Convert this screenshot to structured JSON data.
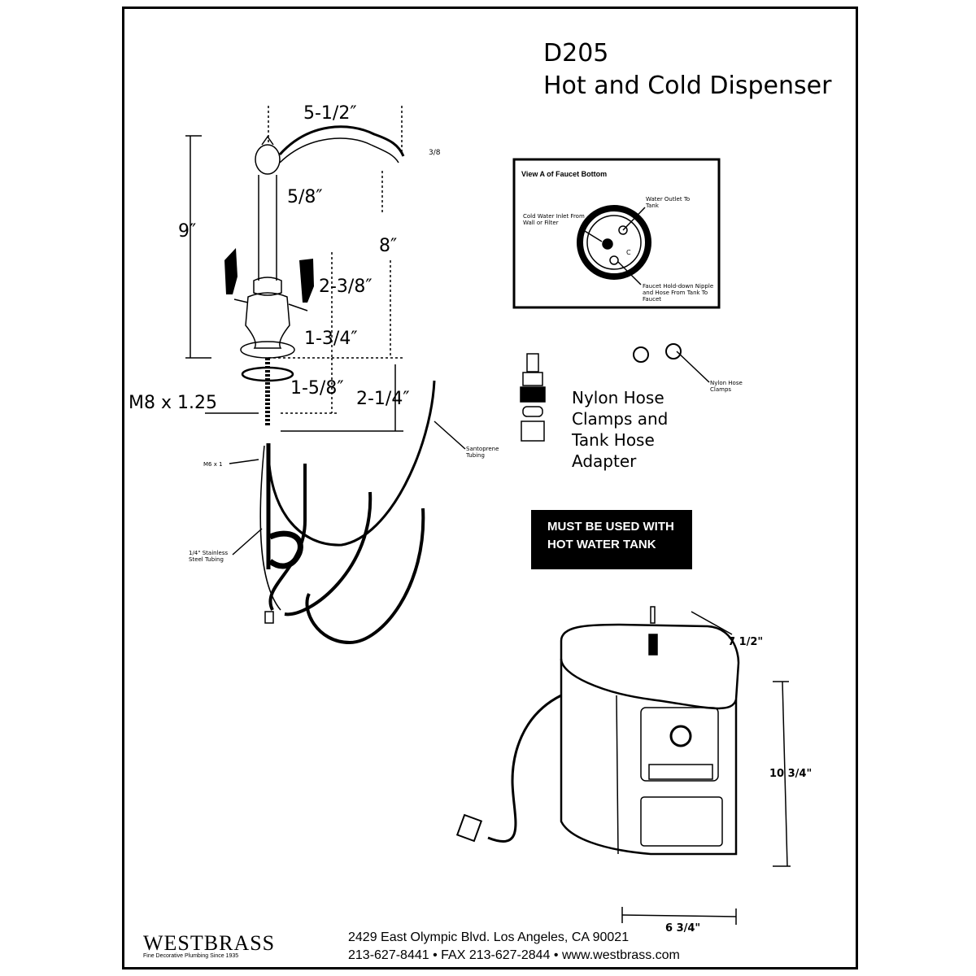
{
  "title": {
    "model": "D205",
    "name": "Hot and Cold Dispenser"
  },
  "dimensions": {
    "spout_reach": "5-1/2″",
    "total_height": "9″",
    "spout_height": "8″",
    "body_diameter": "5/8″",
    "handle_height": "2-3/8″",
    "base_height": "1-3/4″",
    "shank_length": "1-5/8″",
    "shank_total": "2-1/4″",
    "thread": "M8 x 1.25",
    "spout_outlet": "3/8",
    "tank_depth": "7 1/2\"",
    "tank_height": "10 3/4\"",
    "tank_width": "6 3/4\""
  },
  "labels": {
    "m6": "M6 x 1",
    "stainless": "1/4\" Stainless Steel Tubing",
    "santoprene": "Santoprene Tubing",
    "nylon_clamps": "Nylon Hose Clamps"
  },
  "inset": {
    "title": "View A of Faucet Bottom",
    "cold_inlet": "Cold Water Inlet From Wall or Filter",
    "water_outlet": "Water Outlet To Tank",
    "hold_down": "Faucet Hold-down Nipple and Hose From Tank To Faucet",
    "c_mark": "C"
  },
  "adapter_caption": [
    "Nylon Hose",
    "Clamps and",
    "Tank Hose",
    "Adapter"
  ],
  "warning": [
    "MUST BE USED WITH",
    "HOT WATER TANK"
  ],
  "footer": {
    "brand": "WESTBRASS",
    "tagline": "Fine Decorative Plumbing Since 1935",
    "address": "2429 East Olympic Blvd. Los Angeles, CA  90021",
    "contact": "213-627-8441 • FAX 213-627-2844 • www.westbrass.com"
  }
}
